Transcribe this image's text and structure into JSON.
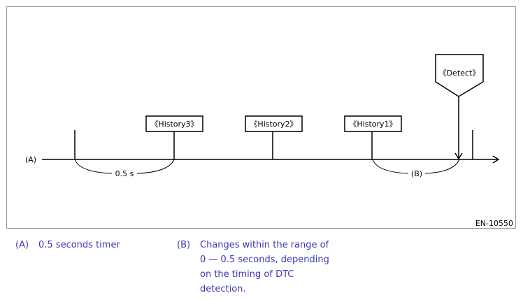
{
  "diagram": {
    "axis_label": "(A)",
    "history3_label": "《History3》",
    "history2_label": "《History2》",
    "history1_label": "《History1》",
    "detect_label": "《Detect》",
    "interval_a_label": "0.5 s",
    "interval_b_label": "(B)",
    "figure_code": "EN-10550"
  },
  "legend": {
    "items": [
      {
        "key": "(A)",
        "text": "0.5 seconds timer"
      },
      {
        "key": "(B)",
        "text": "Changes within the range of\n0 — 0.5 seconds, depending\non the timing of DTC\ndetection."
      }
    ]
  },
  "colors": {
    "diagram_ink": "#000000",
    "frame_border": "#9a9a9a",
    "legend_text": "#3b3bb3"
  }
}
